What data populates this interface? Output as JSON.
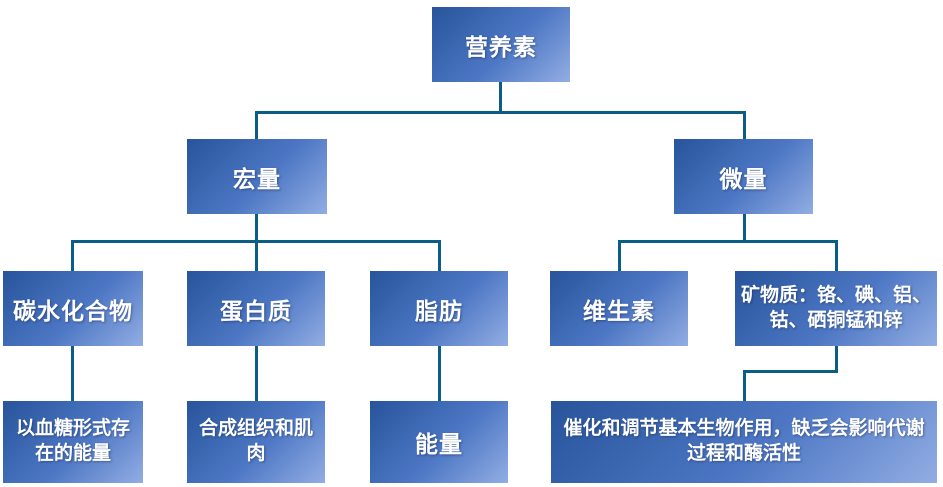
{
  "diagram": {
    "type": "hierarchy",
    "background": "#ffffff",
    "theme": {
      "box_gradient_start": "#27549b",
      "box_gradient_end": "#92ade3",
      "connector_color": "#0a5e86",
      "text_color": "#ffffff"
    },
    "nodes": {
      "root": {
        "label": "营养素"
      },
      "macro": {
        "label": "宏量"
      },
      "micro": {
        "label": "微量"
      },
      "carbs": {
        "label": "碳水化合物"
      },
      "protein": {
        "label": "蛋白质"
      },
      "fat": {
        "label": "脂肪"
      },
      "vitamins": {
        "label": "维生素"
      },
      "minerals": {
        "label": "矿物质：铬、碘、铝、钴、硒铜锰和锌"
      },
      "carbs_desc": {
        "label": "以血糖形式存在的能量"
      },
      "protein_desc": {
        "label": "合成组织和肌肉"
      },
      "fat_desc": {
        "label": "能量"
      },
      "minerals_desc": {
        "label": "催化和调节基本生物作用，缺乏会影响代谢过程和酶活性"
      }
    },
    "hierarchy": [
      {
        "parent": "营养素",
        "children": [
          "宏量",
          "微量"
        ]
      },
      {
        "parent": "宏量",
        "children": [
          "碳水化合物",
          "蛋白质",
          "脂肪"
        ]
      },
      {
        "parent": "微量",
        "children": [
          "维生素",
          "矿物质：铬、碘、铝、钴、硒铜锰和锌"
        ]
      },
      {
        "parent": "碳水化合物",
        "children": [
          "以血糖形式存在的能量"
        ]
      },
      {
        "parent": "蛋白质",
        "children": [
          "合成组织和肌肉"
        ]
      },
      {
        "parent": "脂肪",
        "children": [
          "能量"
        ]
      },
      {
        "parent": "矿物质：铬、碘、铝、钴、硒铜锰和锌",
        "children": [
          "催化和调节基本生物作用，缺乏会影响代谢过程和酶活性"
        ]
      }
    ]
  }
}
